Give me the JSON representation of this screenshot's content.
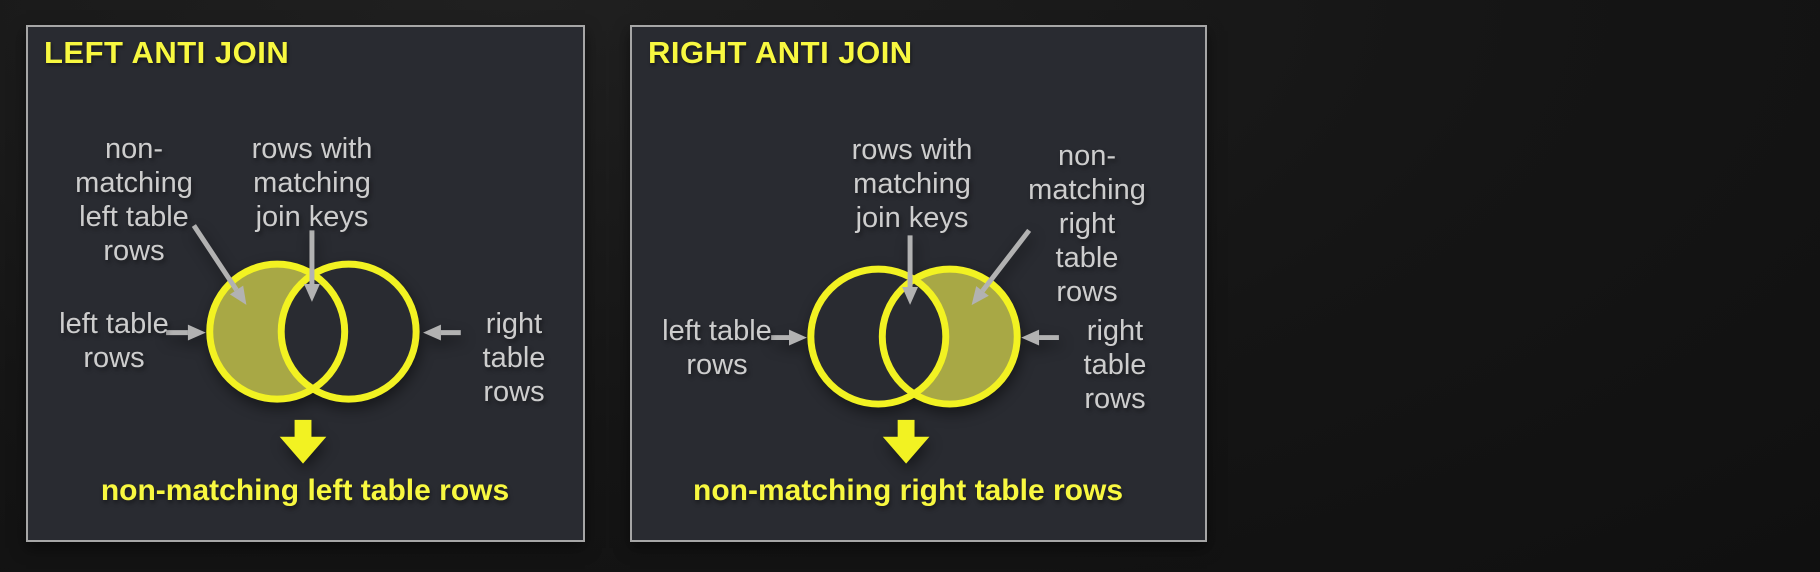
{
  "colors": {
    "outer_background": "#151515",
    "panel_background": "#292b31",
    "panel_border": "#a6a6a6",
    "yellow_text": "#f8f840",
    "yellow_shape": "#f2f222",
    "olive_fill": "#a8a845",
    "gray_text": "#cdcdcd",
    "gray_arrow": "#b2b2b2"
  },
  "panels": [
    {
      "title": "LEFT ANTI JOIN",
      "labels": {
        "non_matching": "non-\nmatching\nleft table\nrows",
        "matching_keys": "rows with\nmatching\njoin keys",
        "left_table": "left table\nrows",
        "right_table": "right table\nrows"
      },
      "caption": "non-matching left table rows",
      "venn": {
        "highlighted_region": "left-only"
      }
    },
    {
      "title": "RIGHT ANTI JOIN",
      "labels": {
        "matching_keys": "rows with\nmatching\njoin keys",
        "non_matching": "non-\nmatching\nright table\nrows",
        "left_table": "left table\nrows",
        "right_table": "right table\nrows"
      },
      "caption": "non-matching right table rows",
      "venn": {
        "highlighted_region": "right-only"
      }
    }
  ]
}
